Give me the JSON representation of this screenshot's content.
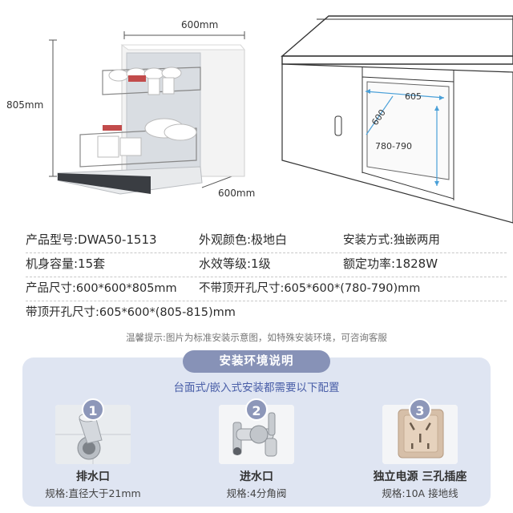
{
  "dimensions": {
    "width_label": "600mm",
    "height_label": "805mm",
    "depth_label": "600mm",
    "cabinet_width": "605",
    "cabinet_depth": "600",
    "cabinet_height": "780-790"
  },
  "specs": {
    "model": "产品型号:DWA50-1513",
    "color": "外观颜色:极地白",
    "install": "安装方式:独嵌两用",
    "capacity": "机身容量:15套",
    "efficiency": "水效等级:1级",
    "power": "额定功率:1828W",
    "size": "产品尺寸:600*600*805mm",
    "opening_no_top": "不带顶开孔尺寸:605*600*(780-790)mm",
    "opening_with_top": "带顶开孔尺寸:605*600*(805-815)mm"
  },
  "tip": "温馨提示:图片为标准安装示意图，如特殊安装环境，可咨询客服",
  "environment": {
    "title": "安装环境说明",
    "subtitle": "台面式/嵌入式安装都需要以下配置",
    "items": [
      {
        "num": "1",
        "title": "排水口",
        "spec": "规格:直径大于21mm"
      },
      {
        "num": "2",
        "title": "进水口",
        "spec": "规格:4分角阀"
      },
      {
        "num": "3",
        "title": "独立电源 三孔插座",
        "spec": "规格:10A 接地线"
      }
    ]
  },
  "colors": {
    "accent": "#8792b7",
    "panel_bg": "#dfe5f2",
    "dimension_line": "#4aa0d8"
  }
}
